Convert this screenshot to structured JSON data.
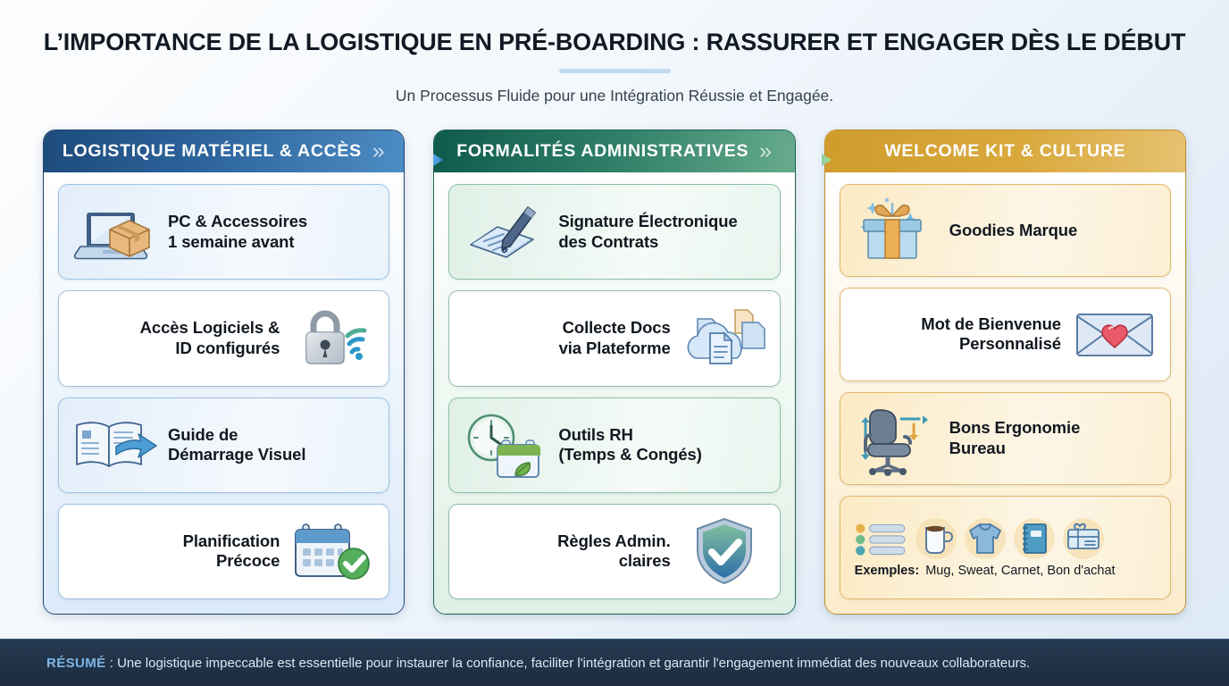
{
  "header": {
    "title": "L’IMPORTANCE DE LA LOGISTIQUE EN PRÉ-BOARDING : RASSURER ET ENGAGER DÈS LE DÉBUT",
    "subtitle": "Un Processus Fluide pour une Intégration Réussie et Engagée."
  },
  "colors": {
    "column1_accent": "#2d649c",
    "column2_accent": "#2f7f68",
    "column3_accent": "#d9a93d",
    "footer_bg": "#1d2c3e",
    "footer_tag": "#7fb6e6",
    "divider": "#c2dbef"
  },
  "columns": [
    {
      "title": "LOGISTIQUE MATÉRIEL & ACCÈS",
      "chevron": "»",
      "cards": [
        {
          "label": "PC & Accessoires\n1 semaine avant",
          "icon": "laptop-box-icon",
          "icon_side": "left",
          "tint": true
        },
        {
          "label": "Accès Logiciels &\nID configurés",
          "icon": "lock-wifi-icon",
          "icon_side": "right",
          "tint": false
        },
        {
          "label": "Guide de\nDémarrage Visuel",
          "icon": "open-book-arrow-icon",
          "icon_side": "left",
          "tint": true
        },
        {
          "label": "Planification\nPrécoce",
          "icon": "calendar-check-icon",
          "icon_side": "right",
          "tint": false
        }
      ]
    },
    {
      "title": "FORMALITÉS ADMINISTRATIVES",
      "chevron": "»",
      "cards": [
        {
          "label": "Signature Électronique\ndes Contrats",
          "icon": "pen-signature-icon",
          "icon_side": "left",
          "tint": true
        },
        {
          "label": "Collecte Docs\nvia Plateforme",
          "icon": "cloud-documents-icon",
          "icon_side": "right",
          "tint": false
        },
        {
          "label": "Outils RH\n(Temps & Congés)",
          "icon": "clock-calendar-leaf-icon",
          "icon_side": "left",
          "tint": true
        },
        {
          "label": "Règles Admin.\nclaires",
          "icon": "shield-check-icon",
          "icon_side": "right",
          "tint": false
        }
      ]
    },
    {
      "title": "WELCOME KIT & CULTURE",
      "chevron": "",
      "cards": [
        {
          "label": "Goodies Marque",
          "icon": "gift-box-icon",
          "icon_side": "left",
          "tint": true
        },
        {
          "label": "Mot de Bienvenue\nPersonnalisé",
          "icon": "envelope-heart-icon",
          "icon_side": "right",
          "tint": false
        },
        {
          "label": "Bons Ergonomie\nBureau",
          "icon": "office-chair-icon",
          "icon_side": "left",
          "tint": true
        }
      ],
      "examples": {
        "label": "Exemples:",
        "values": "Mug, Sweat, Carnet, Bon d'achat",
        "icons": [
          "list-icon",
          "mug-icon",
          "sweatshirt-icon",
          "notebook-icon",
          "gift-card-icon"
        ]
      }
    }
  ],
  "footer": {
    "tag": "RÉSUMÉ",
    "separator": " : ",
    "text": "Une logistique impeccable est essentielle pour instaurer la confiance, faciliter l'intégration et garantir l'engagement immédiat des nouveaux collaborateurs."
  }
}
